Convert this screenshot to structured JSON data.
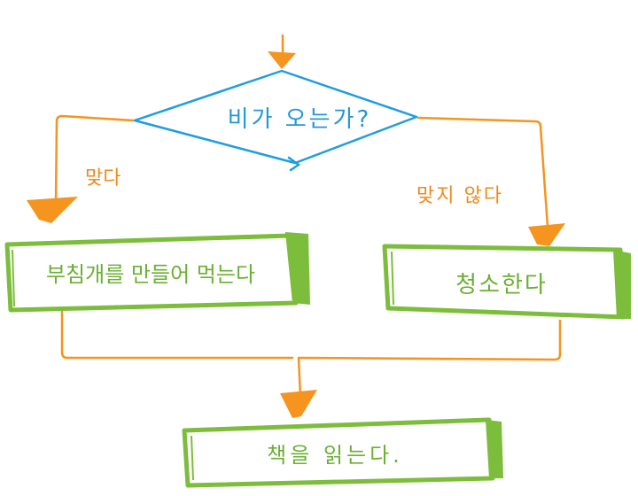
{
  "colors": {
    "decision": "#1e9de0",
    "connector": "#f5941e",
    "process": "#7cbd3c",
    "label": "#ef8a1a",
    "text_green": "#6ab033",
    "text_blue": "#2397d8"
  },
  "decision": {
    "text": "비가 오는가?"
  },
  "branches": {
    "yes_label": "맞다",
    "no_label": "맞지 않다"
  },
  "processes": {
    "yes_action": "부침개를 만들어 먹는다",
    "no_action": "청소한다",
    "final_action": "책을 읽는다."
  }
}
